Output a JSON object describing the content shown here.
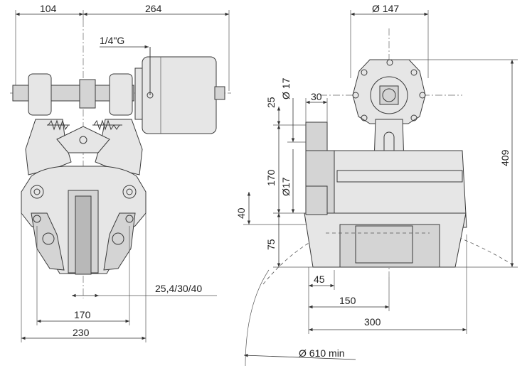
{
  "left_view": {
    "dim_104": "104",
    "dim_264": "264",
    "dim_thread": "1/4\"G",
    "dim_disc": "25,4/30/40",
    "dim_170": "170",
    "dim_230": "230"
  },
  "right_view": {
    "dim_d147": "Ø 147",
    "dim_25": "25",
    "dim_d17_top": "Ø 17",
    "dim_30": "30",
    "dim_170": "170",
    "dim_d17_mid": "Ø17",
    "dim_409": "409",
    "dim_40": "40",
    "dim_75": "75",
    "dim_45": "45",
    "dim_150": "150",
    "dim_300": "300",
    "dim_d610": "Ø 610 min"
  }
}
